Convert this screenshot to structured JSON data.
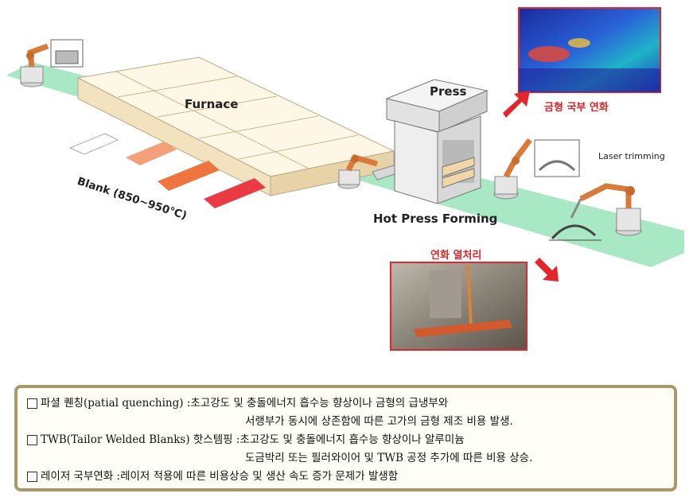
{
  "labels": {
    "press": "Press",
    "furnace": "Furnace",
    "blank": "Blank (850~950℃)",
    "hot_press_forming": "Hot Press Forming",
    "laser_trimming": "Laser trimming",
    "mold_local_softening": "금형 국부 연화",
    "softening_heat_treatment": "연화 열처리"
  },
  "notes": {
    "item1_head": "파셜 퀜칭(patial quenching) : ",
    "item1_line1": "초고강도 및 충돌에너지 흡수능 향상이나 금형의 급냉부와",
    "item1_line2": "서랭부가 동시에 상존함에 따른 고가의 금형 제조 비용 발생.",
    "item2_head": "TWB(Tailor Welded Blanks) 핫스템핑 : ",
    "item2_line1": "초고강도 및 충돌에너지 흡수능 향상이나 알루미늄",
    "item2_line2": "도금박리 또는 필러와이어 및 TWB 공정 추가에 따른 비용 상승.",
    "item3_head": "레이저 국부연화 : ",
    "item3_line1": "레이저 적용에 따른 비용상승 및 생산 속도 증가 문제가 발생함"
  },
  "colors": {
    "conveyor": "#a9e8c4",
    "arrow_red": "#e3262d",
    "frame_red": "#e3262d",
    "note_border": "#a79a68",
    "blank_hot": "#ea3b44"
  }
}
